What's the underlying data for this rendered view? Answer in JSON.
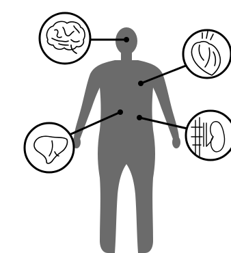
{
  "diagram": {
    "subject": "human-body-silhouette",
    "colors": {
      "background": "#ffffff",
      "silhouette": "#6b6b6b",
      "line": "#000000",
      "organ_stroke": "#000000"
    },
    "callouts": [
      {
        "organ": "brain",
        "icon": "brain-icon"
      },
      {
        "organ": "heart",
        "icon": "heart-icon"
      },
      {
        "organ": "liver",
        "icon": "liver-icon"
      },
      {
        "organ": "kidney",
        "icon": "kidney-icon"
      }
    ]
  }
}
